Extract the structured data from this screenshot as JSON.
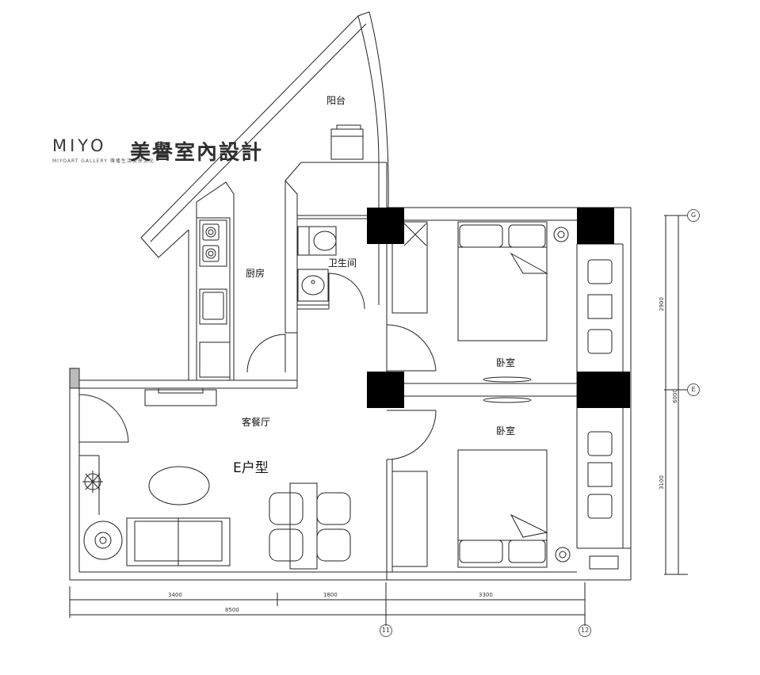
{
  "brand": {
    "latin": "MIYO",
    "tagline": "MIYOART GALLERY 傳播生活美學文化",
    "name_cjk": "美譽室內設計"
  },
  "rooms": {
    "balcony": "阳台",
    "kitchen": "厨房",
    "bathroom": "卫生间",
    "bedroom_top": "卧室",
    "bedroom_bottom": "卧室",
    "living_dining": "客餐厅"
  },
  "unit_type": "E户型",
  "dimensions": {
    "bottom_row1": [
      "3400",
      "1800",
      "3300"
    ],
    "bottom_total": "8500",
    "right_col1": [
      "2900",
      "3100"
    ],
    "right_total": "6000"
  },
  "axes": {
    "bottom": [
      "11",
      "12"
    ],
    "right": [
      "G",
      "E"
    ]
  }
}
